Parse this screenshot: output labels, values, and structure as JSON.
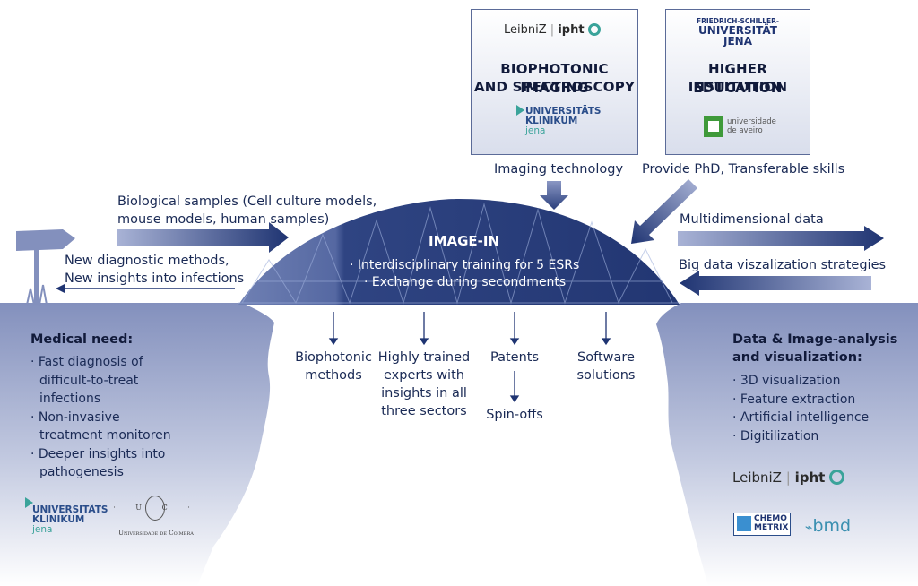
{
  "inputs": {
    "biological_samples": [
      "Biological samples (Cell culture models,",
      "mouse models, human samples)"
    ],
    "new_methods": [
      "New diagnostic methods,",
      "New insights into infections"
    ],
    "imaging_technology": "Imaging technology",
    "phd_skills": "Provide PhD, Transferable skills",
    "multidimensional_data": "Multidimensional data",
    "big_data": "Big data viszalization strategies"
  },
  "bridge": {
    "title": "IMAGE-IN",
    "bullets": [
      "· Interdisciplinary training for 5 ESRs",
      "· Exchange during secondments"
    ]
  },
  "box_left": {
    "logo_word": "LeibniZ",
    "logo_brand": "ipht",
    "title": [
      "BIOPHOTONIC IMAGING",
      "AND SPECTROSCOPY"
    ],
    "partner_logo": [
      "UNIVERSITÄTS",
      "KLINIKUM",
      "jena"
    ]
  },
  "box_right": {
    "logo_lines": [
      "FRIEDRICH-SCHILLER-",
      "UNIVERSITÄT",
      "JENA"
    ],
    "title": [
      "HIGHER EDUCATION",
      "INSTITUTION"
    ],
    "partner_logo": [
      "universidade",
      "de aveiro"
    ]
  },
  "outcomes": {
    "biophotonic": [
      "Biophotonic",
      "methods"
    ],
    "experts": [
      "Highly trained",
      "experts with",
      "insights in all",
      "three sectors"
    ],
    "patents": "Patents",
    "spinoffs": "Spin-offs",
    "software": [
      "Software",
      "solutions"
    ]
  },
  "medical_need": {
    "heading": "Medical need:",
    "items": [
      [
        "Fast diagnosis of",
        "difficult-to-treat",
        "infections"
      ],
      [
        "Non-invasive",
        "treatment monitoren"
      ],
      [
        "Deeper insights into",
        "pathogenesis"
      ]
    ],
    "logo_ukj": [
      "UNIVERSITÄTS",
      "KLINIKUM",
      "jena"
    ],
    "logo_uc_top": "· U   C ·",
    "logo_uc_bottom": "Universidade de Coimbra"
  },
  "data_analysis": {
    "heading": [
      "Data & Image-analysis",
      "and visualization:"
    ],
    "items": [
      "3D visualization",
      "Feature extraction",
      "Artificial intelligence",
      "Digitilization"
    ],
    "logo_word": "LeibniZ",
    "logo_brand": "ipht",
    "chemometrix": [
      "CHEMO",
      "METRIX"
    ],
    "bmd": "bmd"
  },
  "colors": {
    "navy": "#1f3472",
    "bridge_dark": "#2b3f7c",
    "bridge_light": "#7080b0",
    "ground": "#8b97c2",
    "teal": "#3aa39a"
  }
}
